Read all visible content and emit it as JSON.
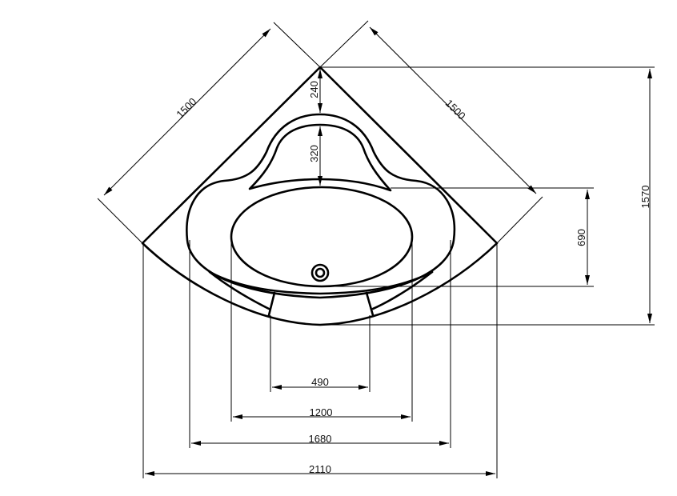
{
  "dimensions": {
    "side_left": "1500",
    "side_right": "1500",
    "headrest_offset": "240",
    "headrest_depth": "320",
    "bowl_depth": "690",
    "total_depth": "1570",
    "seat_width": "490",
    "bowl_width": "1200",
    "rim_width": "1680",
    "overall_width": "2110"
  }
}
